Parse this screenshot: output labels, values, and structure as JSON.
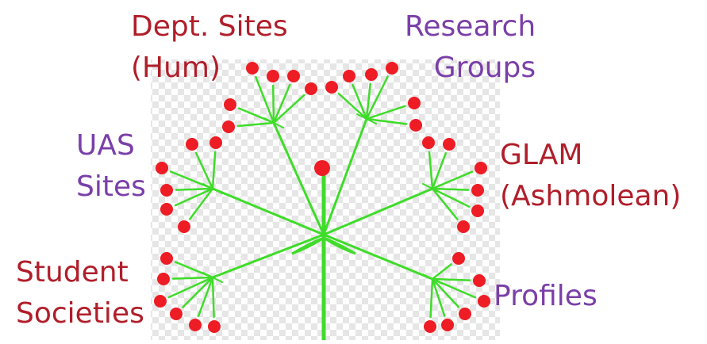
{
  "colors": {
    "red_label": "#b01e2a",
    "purple_label": "#7a3fa8",
    "stem": "#3fdc2a",
    "dot": "#ee1c24",
    "checker": "#e6e6e6"
  },
  "labels": {
    "dept_sites": [
      "Dept. Sites",
      "(Hum)"
    ],
    "research_groups": [
      "Research",
      "Groups"
    ],
    "uas_sites": [
      "UAS",
      "Sites"
    ],
    "glam": [
      "GLAM",
      "(Ashmolean)"
    ],
    "student_societies": [
      "Student",
      "Societies"
    ],
    "profiles": [
      "Profiles"
    ]
  }
}
